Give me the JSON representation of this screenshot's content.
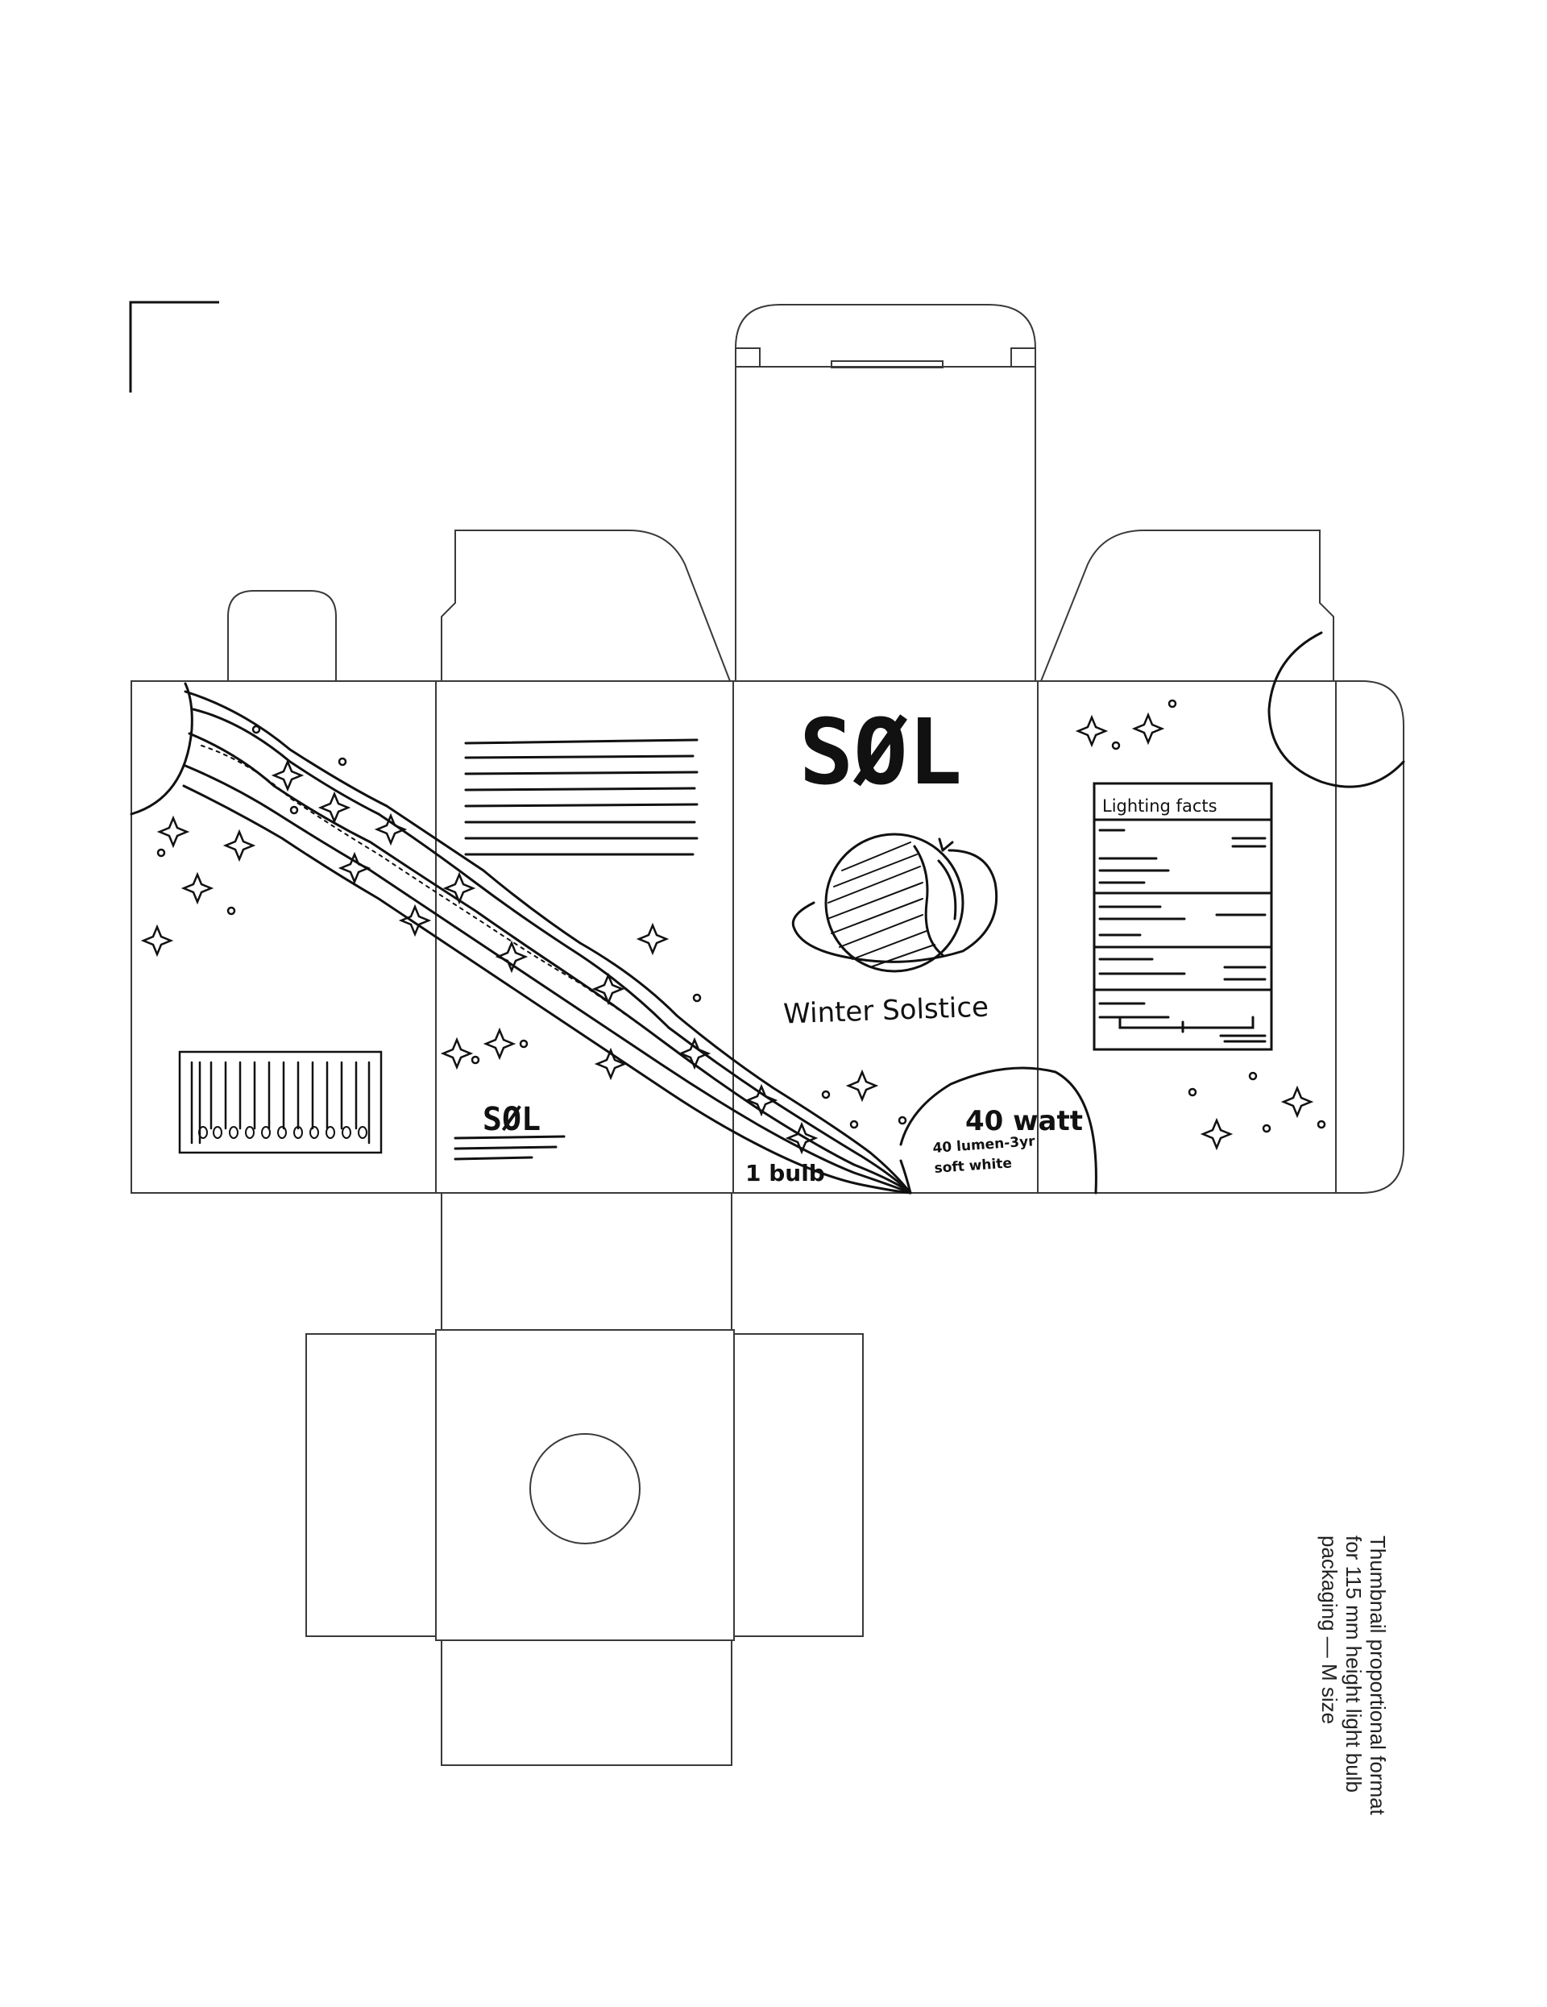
{
  "panels": {
    "front": {
      "brand": "SØL",
      "product": "Winter Solstice",
      "count": "1 bulb"
    },
    "side": {
      "brand": "SØL"
    },
    "badge": {
      "watt": "40 watt",
      "lumen": "40 lumen-3yr",
      "tone": "soft white"
    },
    "facts": {
      "title": "Lighting facts"
    }
  },
  "caption": {
    "line1": "Thumbnail proportional format",
    "line2": "for 115 mm height light bulb",
    "line3": "packaging — M size"
  },
  "colors": {
    "ink": "#111111",
    "dieline": "#3a3a3a",
    "paper": "#ffffff"
  },
  "icons": [
    "corner-crop-mark-icon",
    "planet-icon",
    "star-icon",
    "barcode-icon",
    "sun-circle-icon"
  ]
}
